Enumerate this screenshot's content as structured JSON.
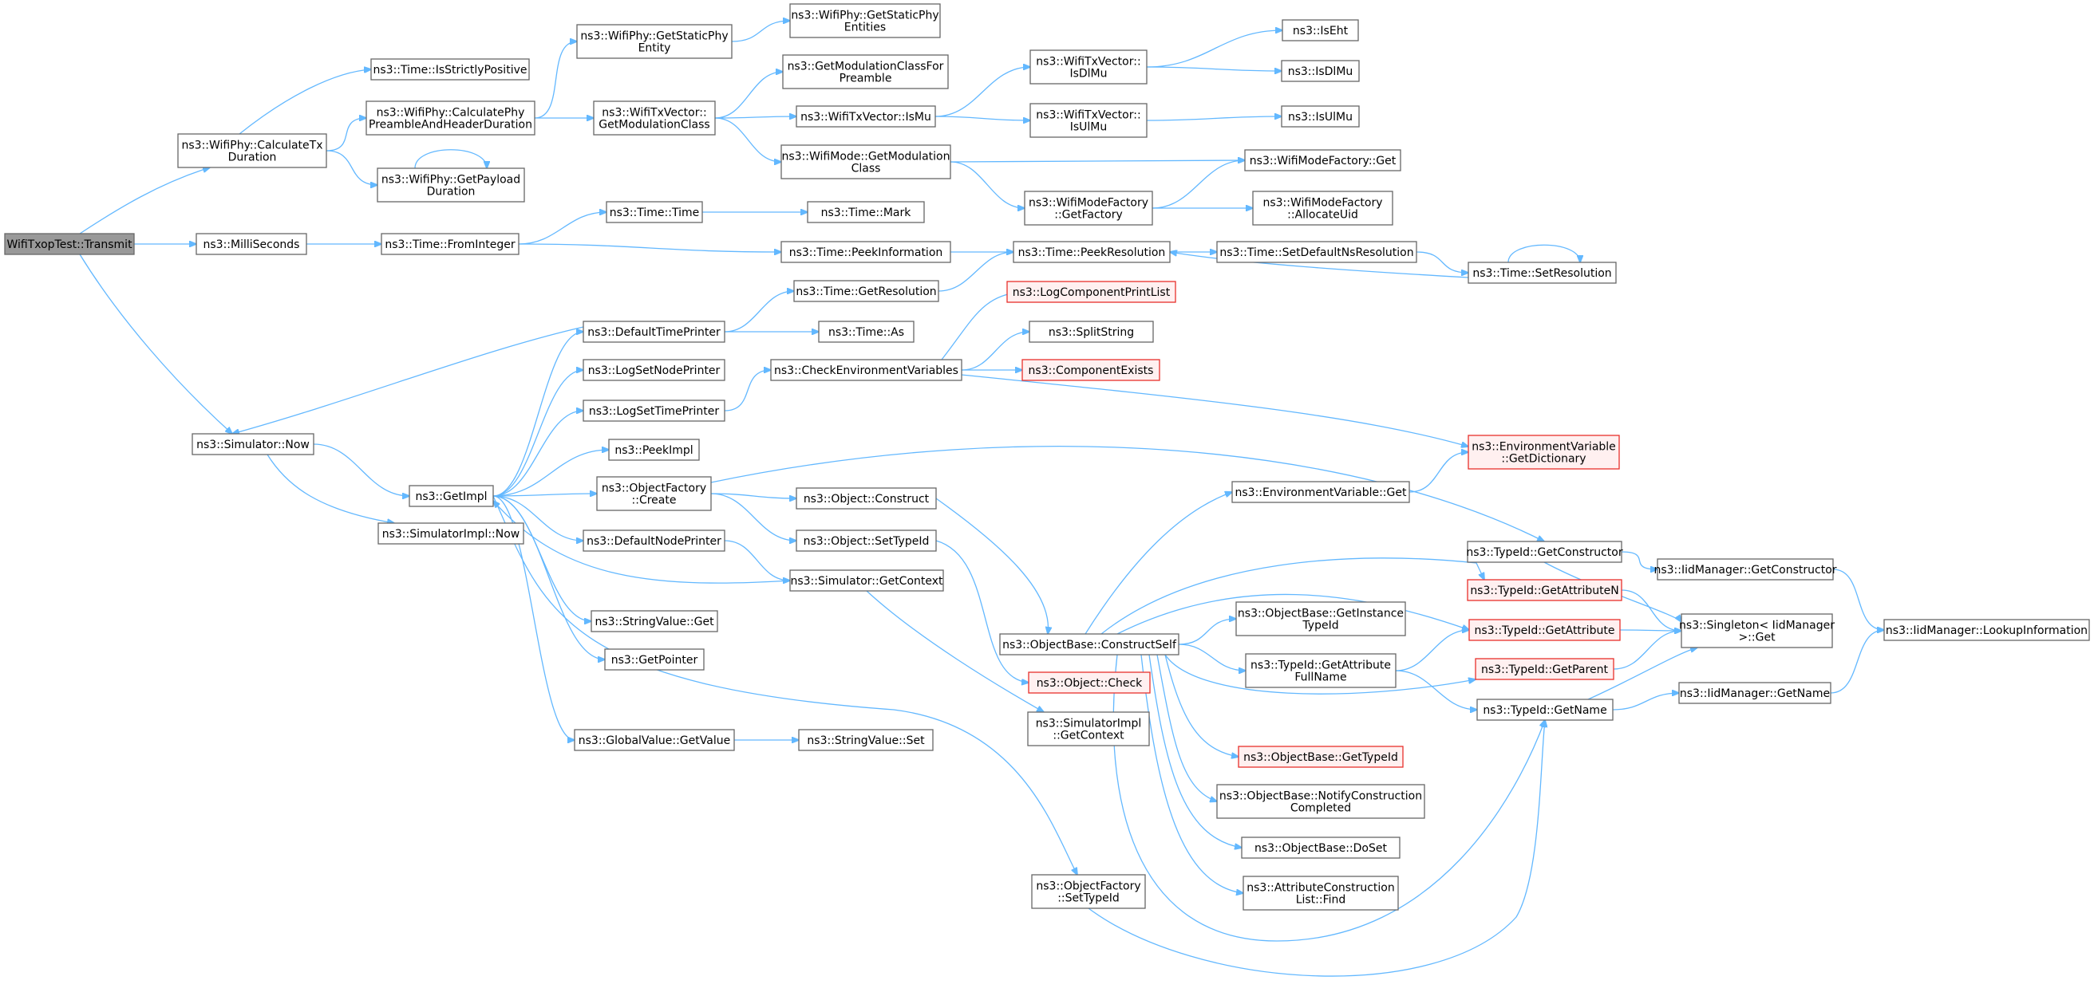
{
  "nodes": [
    {
      "id": "transmit",
      "lines": [
        "WifiTxopTest::Transmit"
      ],
      "style": "root"
    },
    {
      "id": "calcTx",
      "lines": [
        "ns3::WifiPhy::CalculateTx",
        "Duration"
      ]
    },
    {
      "id": "milli",
      "lines": [
        "ns3::MilliSeconds"
      ]
    },
    {
      "id": "simNow",
      "lines": [
        "ns3::Simulator::Now"
      ]
    },
    {
      "id": "strictly",
      "lines": [
        "ns3::Time::IsStrictlyPositive"
      ]
    },
    {
      "id": "calcPre",
      "lines": [
        "ns3::WifiPhy::CalculatePhy",
        "PreambleAndHeaderDuration"
      ]
    },
    {
      "id": "payload",
      "lines": [
        "ns3::WifiPhy::GetPayload",
        "Duration"
      ]
    },
    {
      "id": "fromInt",
      "lines": [
        "ns3::Time::FromInteger"
      ]
    },
    {
      "id": "getImpl",
      "lines": [
        "ns3::GetImpl"
      ]
    },
    {
      "id": "simImplNow",
      "lines": [
        "ns3::SimulatorImpl::Now"
      ]
    },
    {
      "id": "staticPhy",
      "lines": [
        "ns3::WifiPhy::GetStaticPhy",
        "Entity"
      ]
    },
    {
      "id": "txvModClass",
      "lines": [
        "ns3::WifiTxVector::",
        "GetModulationClass"
      ]
    },
    {
      "id": "defTimePr",
      "lines": [
        "ns3::DefaultTimePrinter"
      ]
    },
    {
      "id": "logNodePr",
      "lines": [
        "ns3::LogSetNodePrinter"
      ]
    },
    {
      "id": "logTimePr",
      "lines": [
        "ns3::LogSetTimePrinter"
      ]
    },
    {
      "id": "peekImpl",
      "lines": [
        "ns3::PeekImpl"
      ]
    },
    {
      "id": "objFacCreate",
      "lines": [
        "ns3::ObjectFactory",
        "::Create"
      ]
    },
    {
      "id": "defNodePr",
      "lines": [
        "ns3::DefaultNodePrinter"
      ]
    },
    {
      "id": "strValGet",
      "lines": [
        "ns3::StringValue::Get"
      ]
    },
    {
      "id": "getPointer",
      "lines": [
        "ns3::GetPointer"
      ]
    },
    {
      "id": "globalGet",
      "lines": [
        "ns3::GlobalValue::GetValue"
      ]
    },
    {
      "id": "staticPhyEnt",
      "lines": [
        "ns3::WifiPhy::GetStaticPhy",
        "Entities"
      ]
    },
    {
      "id": "modClassPre",
      "lines": [
        "ns3::GetModulationClassFor",
        "Preamble"
      ]
    },
    {
      "id": "txvIsMu",
      "lines": [
        "ns3::WifiTxVector::IsMu"
      ]
    },
    {
      "id": "modeGetMod",
      "lines": [
        "ns3::WifiMode::GetModulation",
        "Class"
      ]
    },
    {
      "id": "timeTime",
      "lines": [
        "ns3::Time::Time"
      ]
    },
    {
      "id": "peekInfo",
      "lines": [
        "ns3::Time::PeekInformation"
      ]
    },
    {
      "id": "getRes",
      "lines": [
        "ns3::Time::GetResolution"
      ]
    },
    {
      "id": "timeAs",
      "lines": [
        "ns3::Time::As"
      ]
    },
    {
      "id": "checkEnv",
      "lines": [
        "ns3::CheckEnvironmentVariables"
      ]
    },
    {
      "id": "objConstruct",
      "lines": [
        "ns3::Object::Construct"
      ]
    },
    {
      "id": "objSetTypeId",
      "lines": [
        "ns3::Object::SetTypeId"
      ]
    },
    {
      "id": "simGetCtx",
      "lines": [
        "ns3::Simulator::GetContext"
      ]
    },
    {
      "id": "strValSet",
      "lines": [
        "ns3::StringValue::Set"
      ]
    },
    {
      "id": "isDlMuV",
      "lines": [
        "ns3::WifiTxVector::",
        "IsDlMu"
      ]
    },
    {
      "id": "isUlMuV",
      "lines": [
        "ns3::WifiTxVector::",
        "IsUlMu"
      ]
    },
    {
      "id": "modeFacGetFac",
      "lines": [
        "ns3::WifiModeFactory",
        "::GetFactory"
      ]
    },
    {
      "id": "timeMark",
      "lines": [
        "ns3::Time::Mark"
      ]
    },
    {
      "id": "peekRes",
      "lines": [
        "ns3::Time::PeekResolution"
      ]
    },
    {
      "id": "logCompPrint",
      "lines": [
        "ns3::LogComponentPrintList"
      ],
      "style": "red"
    },
    {
      "id": "splitStr",
      "lines": [
        "ns3::SplitString"
      ]
    },
    {
      "id": "compExists",
      "lines": [
        "ns3::ComponentExists"
      ],
      "style": "red"
    },
    {
      "id": "objBaseCS",
      "lines": [
        "ns3::ObjectBase::ConstructSelf"
      ]
    },
    {
      "id": "objCheck",
      "lines": [
        "ns3::Object::Check"
      ],
      "style": "red"
    },
    {
      "id": "simImplCtx",
      "lines": [
        "ns3::SimulatorImpl",
        "::GetContext"
      ]
    },
    {
      "id": "objFacSetTid",
      "lines": [
        "ns3::ObjectFactory",
        "::SetTypeId"
      ]
    },
    {
      "id": "isEht",
      "lines": [
        "ns3::IsEht"
      ]
    },
    {
      "id": "isDlMu",
      "lines": [
        "ns3::IsDlMu"
      ]
    },
    {
      "id": "isUlMu",
      "lines": [
        "ns3::IsUlMu"
      ]
    },
    {
      "id": "modeFacGet",
      "lines": [
        "ns3::WifiModeFactory::Get"
      ]
    },
    {
      "id": "allocUid",
      "lines": [
        "ns3::WifiModeFactory",
        "::AllocateUid"
      ]
    },
    {
      "id": "setDefNs",
      "lines": [
        "ns3::Time::SetDefaultNsResolution"
      ]
    },
    {
      "id": "envVarGet",
      "lines": [
        "ns3::EnvironmentVariable::Get"
      ]
    },
    {
      "id": "getInstTid",
      "lines": [
        "ns3::ObjectBase::GetInstance",
        "TypeId"
      ]
    },
    {
      "id": "getAttrFull",
      "lines": [
        "ns3::TypeId::GetAttribute",
        "FullName"
      ]
    },
    {
      "id": "getTypeId",
      "lines": [
        "ns3::ObjectBase::GetTypeId"
      ],
      "style": "red"
    },
    {
      "id": "notifyCons",
      "lines": [
        "ns3::ObjectBase::NotifyConstruction",
        "Completed"
      ]
    },
    {
      "id": "doSet",
      "lines": [
        "ns3::ObjectBase::DoSet"
      ]
    },
    {
      "id": "attrFind",
      "lines": [
        "ns3::AttributeConstruction",
        "List::Find"
      ]
    },
    {
      "id": "setRes",
      "lines": [
        "ns3::Time::SetResolution"
      ]
    },
    {
      "id": "envGetDict",
      "lines": [
        "ns3::EnvironmentVariable",
        "::GetDictionary"
      ],
      "style": "red"
    },
    {
      "id": "tidGetCons",
      "lines": [
        "ns3::TypeId::GetConstructor"
      ]
    },
    {
      "id": "tidGetAttrN",
      "lines": [
        "ns3::TypeId::GetAttributeN"
      ],
      "style": "red"
    },
    {
      "id": "tidGetAttr",
      "lines": [
        "ns3::TypeId::GetAttribute"
      ],
      "style": "red"
    },
    {
      "id": "tidGetParent",
      "lines": [
        "ns3::TypeId::GetParent"
      ],
      "style": "red"
    },
    {
      "id": "tidGetName",
      "lines": [
        "ns3::TypeId::GetName"
      ]
    },
    {
      "id": "iidGetCons",
      "lines": [
        "ns3::IidManager::GetConstructor"
      ]
    },
    {
      "id": "singletonGet",
      "lines": [
        "ns3::Singleton< IidManager",
        " >::Get"
      ]
    },
    {
      "id": "iidGetName",
      "lines": [
        "ns3::IidManager::GetName"
      ]
    },
    {
      "id": "iidLookup",
      "lines": [
        "ns3::IidManager::LookupInformation"
      ]
    }
  ]
}
